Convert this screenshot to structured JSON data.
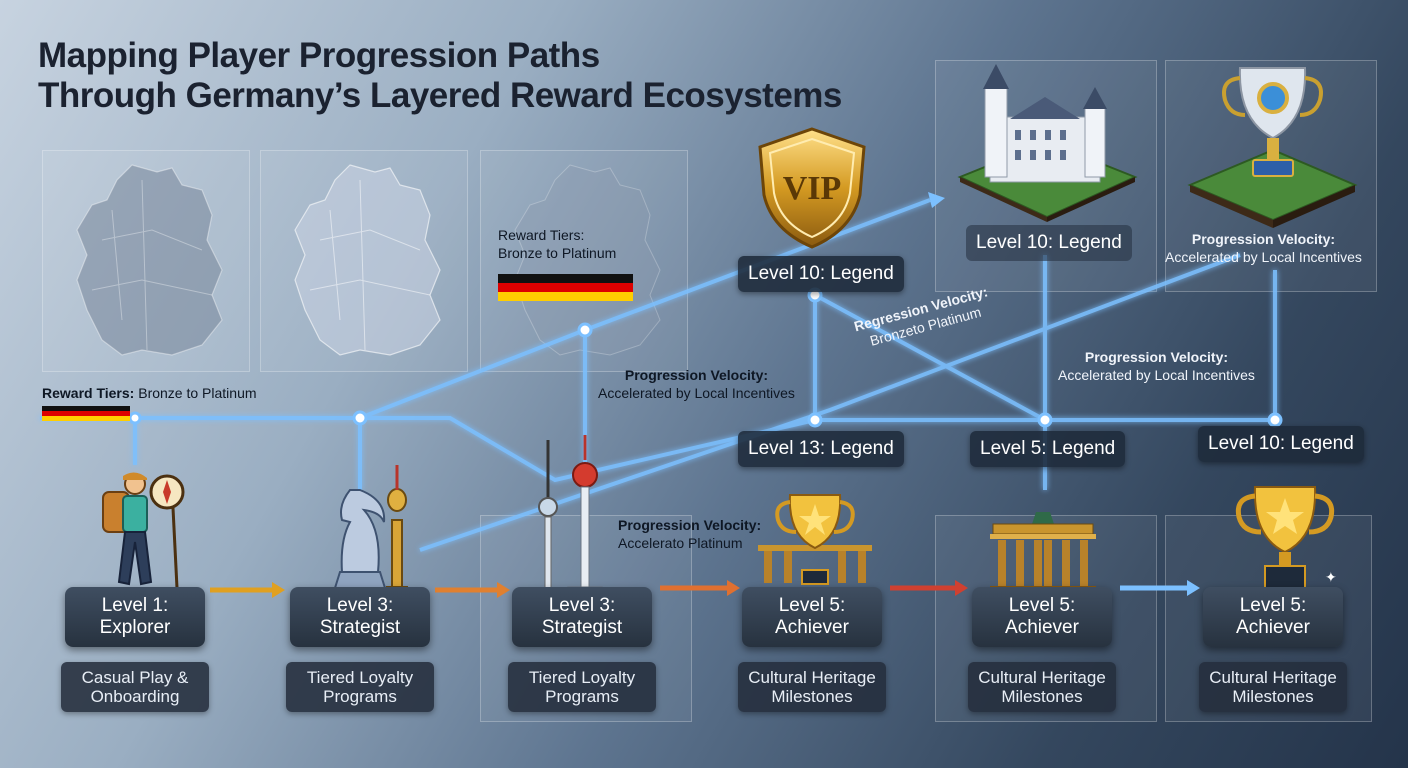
{
  "title": {
    "line1": "Mapping Player Progression Paths",
    "line2": "Through Germany’s Layered Reward Ecosystems"
  },
  "colors": {
    "path": "#6fb4ff",
    "panel": "#2b3645",
    "flag_black": "#111111",
    "flag_red": "#dd0000",
    "flag_gold": "#ffce00"
  },
  "annotations": {
    "reward_tiers_left_bold": "Reward Tiers:",
    "reward_tiers_left_rest": " Bronze to Platinum",
    "reward_tiers_top_line1": "Reward Tiers:",
    "reward_tiers_top_line2": "Bronze to Platinum",
    "velocity_a_line1": "Progression Velocity:",
    "velocity_a_line2": "Accelerated by Local Incentives",
    "regression_line1": "Regression Velocity:",
    "regression_line2": "Bronzeto Platinum",
    "velocity_b_line1": "Progression Velocity:",
    "velocity_b_line2": "Accelerated by Local Incentives",
    "velocity_c_line1": "Progression Velocity:",
    "velocity_c_line2": "Accelerated by Local Incentives",
    "velocity_d_line1": "Progression Velocity:",
    "velocity_d_line2": "Accelerato Platinum"
  },
  "node_labels": {
    "vip_legend": "Level 10: Legend",
    "castle_legend": "Level 10: Legend",
    "mid_13": "Level 13: Legend",
    "mid_5": "Level 5: Legend",
    "right_10": "Level 10: Legend"
  },
  "icons": {
    "vip_badge": "VIP"
  },
  "stages": [
    {
      "level_line1": "Level 1:",
      "level_line2": "Explorer",
      "desc_line1": "Casual Play &",
      "desc_line2": "Onboarding",
      "icon": "hiker-compass-icon"
    },
    {
      "level_line1": "Level 3:",
      "level_line2": "Strategist",
      "desc_line1": "Tiered Loyalty",
      "desc_line2": "Programs",
      "icon": "chess-knight-tower-icon"
    },
    {
      "level_line1": "Level 3:",
      "level_line2": "Strategist",
      "desc_line1": "Tiered Loyalty",
      "desc_line2": "Programs",
      "icon": "tv-tower-icon"
    },
    {
      "level_line1": "Level 5:",
      "level_line2": "Achiever",
      "desc_line1": "Cultural Heritage",
      "desc_line2": "Milestones",
      "icon": "trophy-gate-icon"
    },
    {
      "level_line1": "Level 5:",
      "level_line2": "Achiever",
      "desc_line1": "Cultural Heritage",
      "desc_line2": "Milestones",
      "icon": "brandenburg-gate-icon"
    },
    {
      "level_line1": "Level 5:",
      "level_line2": "Achiever",
      "desc_line1": "Cultural Heritage",
      "desc_line2": "Milestones",
      "icon": "trophy-icon"
    }
  ]
}
